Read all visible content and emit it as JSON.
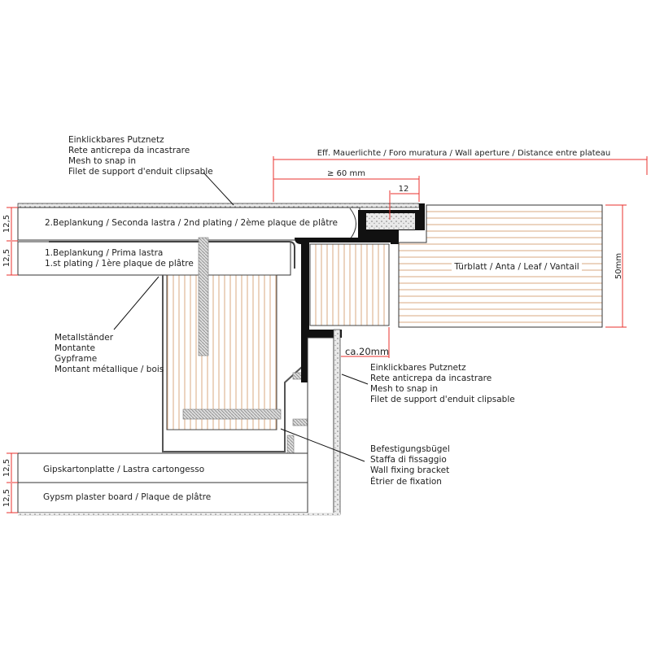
{
  "labels": {
    "mesh_top": [
      "Einklickbares Putznetz",
      "Rete anticrepa da incastrare",
      "Mesh to snap in",
      "Filet de support d'enduit clipsable"
    ],
    "plating2": "2.Beplankung / Seconda lastra / 2nd plating / 2ème plaque de plâtre",
    "plating1": [
      "1.Beplankung / Prima lastra",
      "1.st plating / 1ère plaque de plâtre"
    ],
    "stud": [
      "Metallständer",
      "Montante",
      "Gypframe",
      "Montant métallique / bois"
    ],
    "leaf": "Türblatt / Anta / Leaf / Vantail",
    "mesh_side": [
      "Einklickbares Putznetz",
      "Rete anticrepa da incastrare",
      "Mesh to snap in",
      "Filet de support d'enduit clipsable"
    ],
    "bracket": [
      "Befestigungsbügel",
      "Staffa di fissaggio",
      "Wall fixing bracket",
      "Étrier de fixation"
    ],
    "board1": "Gipskartonplatte / Lastra cartongesso",
    "board2": "Gypsm plaster board / Plaque de plâtre"
  },
  "dimensions": {
    "wall_aperture": "Eff. Mauerlichte / Foro muratura / Wall aperture / Distance entre plateau",
    "min_60": "≥ 60 mm",
    "d12": "12",
    "leaf_thickness": "50mm",
    "gap": "ca.20mm",
    "plate_top_a": "12,5",
    "plate_top_b": "12,5",
    "plate_bot_a": "12,5",
    "plate_bot_b": "12,5"
  },
  "colors": {
    "dimension": "#e8312c",
    "wood": "#d8a882",
    "profile": "#111111"
  }
}
